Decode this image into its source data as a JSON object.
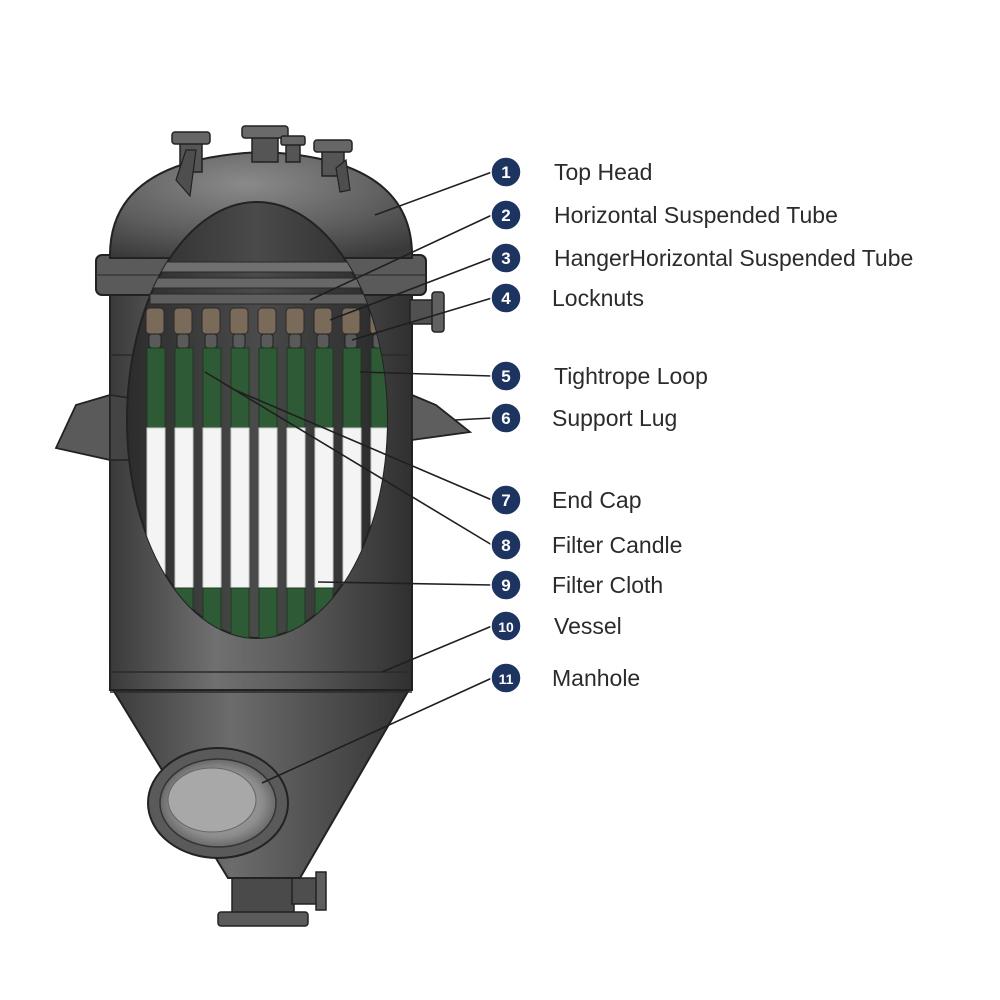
{
  "colors": {
    "steel_dark": "#4a4a4a",
    "steel_mid": "#6e6e6e",
    "steel_light": "#9a9a9a",
    "candle_green": "#2f5a36",
    "filter_cloth": "#f4f4f4",
    "badge_navy": "#1d3360",
    "leader_line": "#1f1f1f",
    "label_text": "#2b2b2b"
  },
  "labels": [
    {
      "num": "1",
      "text": "Top Head"
    },
    {
      "num": "2",
      "text": "Horizontal Suspended Tube"
    },
    {
      "num": "3",
      "text": "HangerHorizontal Suspended Tube"
    },
    {
      "num": "4",
      "text": "Locknuts"
    },
    {
      "num": "5",
      "text": "Tightrope Loop"
    },
    {
      "num": "6",
      "text": "Support Lug"
    },
    {
      "num": "7",
      "text": "End Cap"
    },
    {
      "num": "8",
      "text": "Filter Candle"
    },
    {
      "num": "9",
      "text": "Filter Cloth"
    },
    {
      "num": "10",
      "text": "Vessel"
    },
    {
      "num": "11",
      "text": "Manhole"
    }
  ]
}
